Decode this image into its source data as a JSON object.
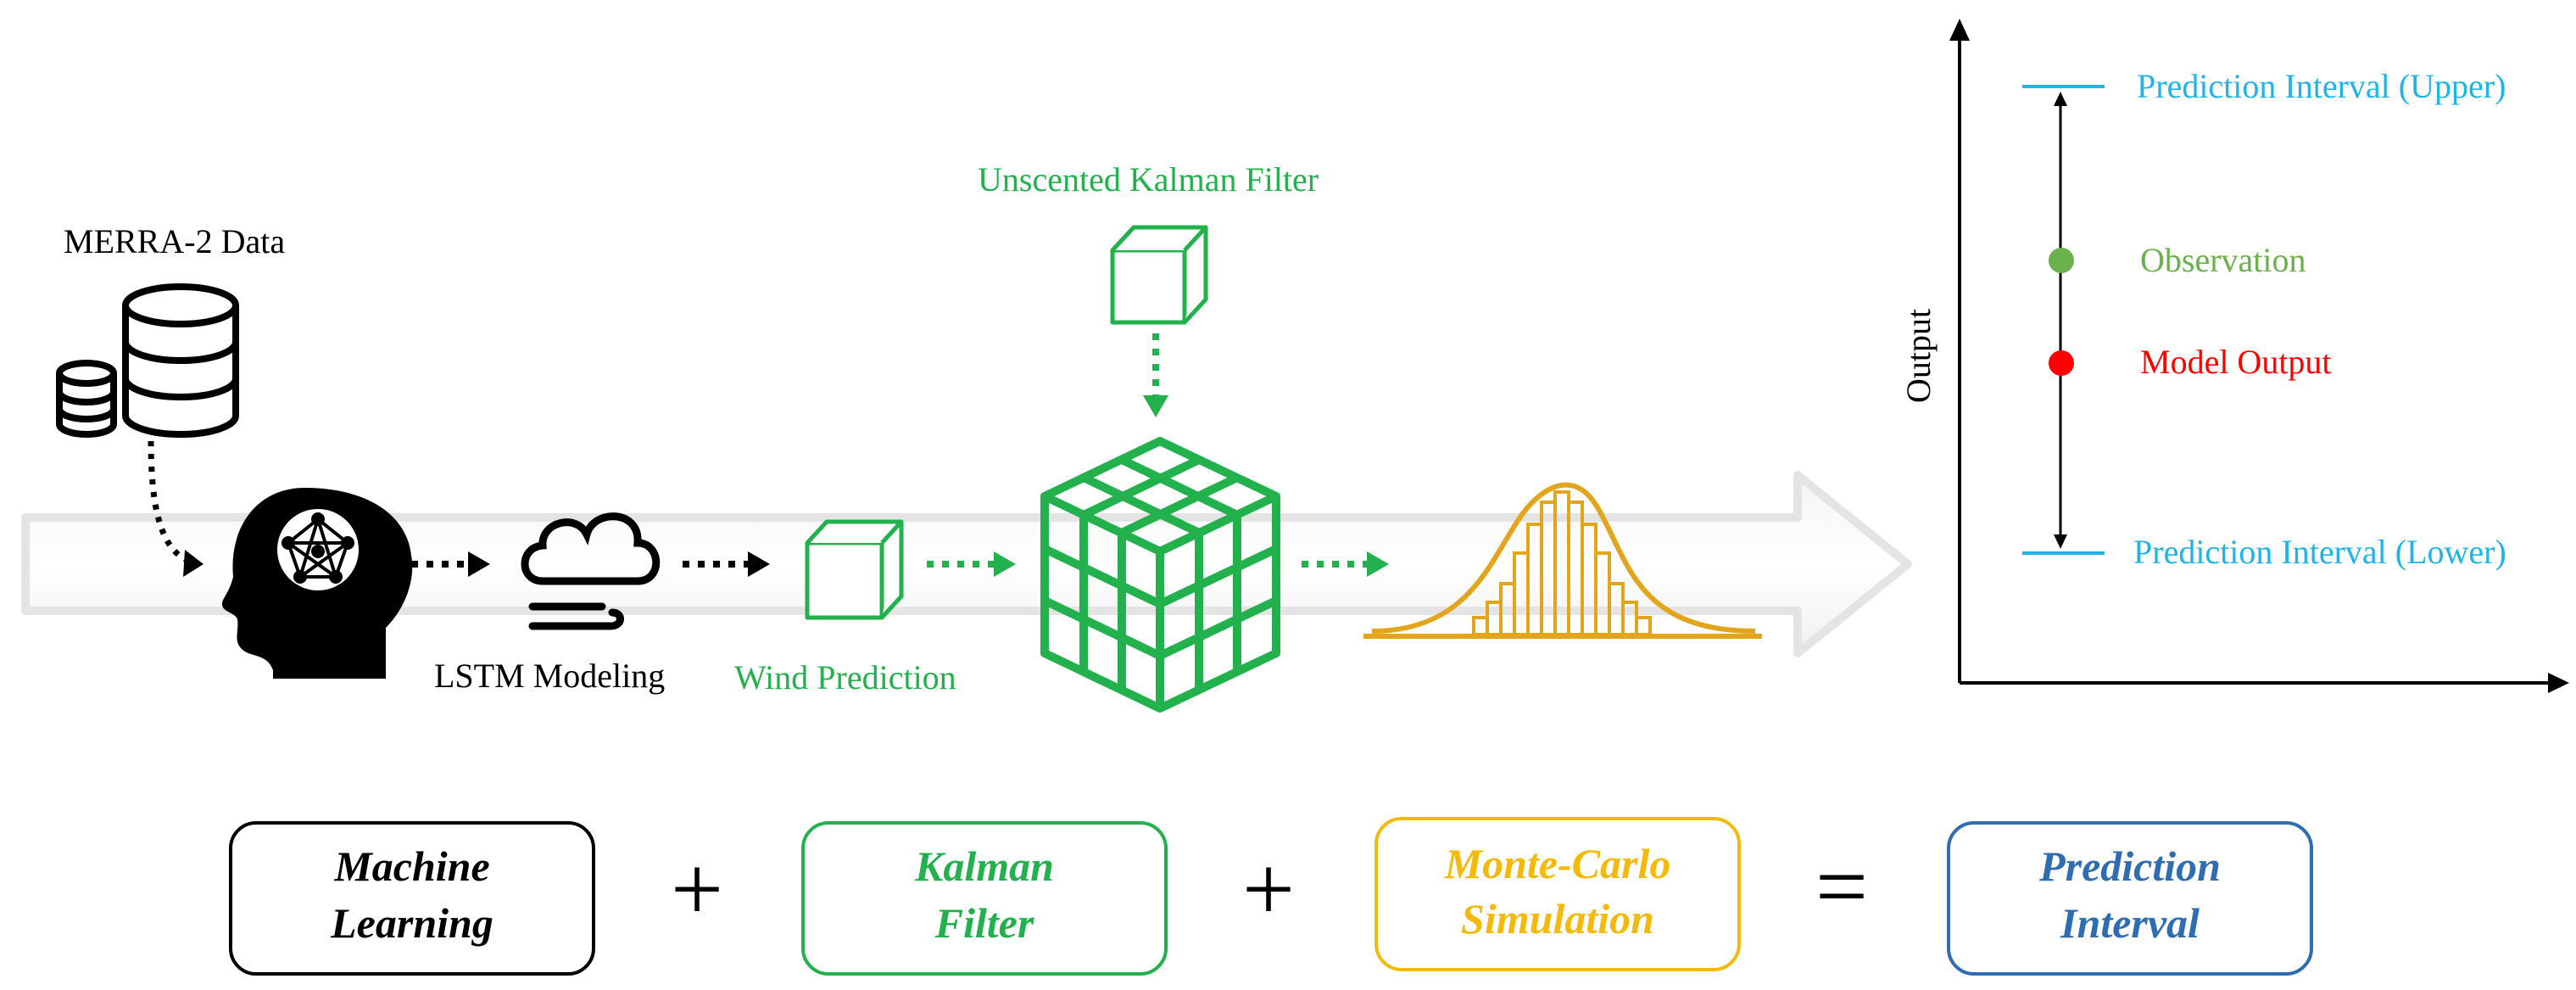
{
  "pipeline": {
    "merra_label": "MERRA-2 Data",
    "lstm_label": "LSTM Modeling",
    "wind_label": "Wind Prediction",
    "ukf_label": "Unscented Kalman Filter"
  },
  "interval_plot": {
    "axis_label": "Output",
    "upper_label": "Prediction Interval (Upper)",
    "observation_label": "Observation",
    "model_output_label": "Model Output",
    "lower_label": "Prediction Interval (Lower)"
  },
  "equation": {
    "ml_line1": "Machine",
    "ml_line2": "Learning",
    "plus1": "+",
    "kf_line1": "Kalman",
    "kf_line2": "Filter",
    "plus2": "+",
    "mc_line1": "Monte-Carlo",
    "mc_line2": "Simulation",
    "equals": "=",
    "pi_line1": "Prediction",
    "pi_line2": "Interval"
  },
  "colors": {
    "green": "#22b14c",
    "gold": "#e3a51c",
    "amber_box": "#f5b90a",
    "cyan": "#1fb4e8",
    "red": "#ff0000",
    "obs_green": "#6ab04c",
    "blue": "#2e6db4",
    "black": "#000000"
  },
  "icons": [
    "database-icon",
    "brain-network-icon",
    "cloud-wind-icon",
    "cube-icon",
    "rubiks-cube-icon",
    "histogram-bell-curve-icon"
  ]
}
